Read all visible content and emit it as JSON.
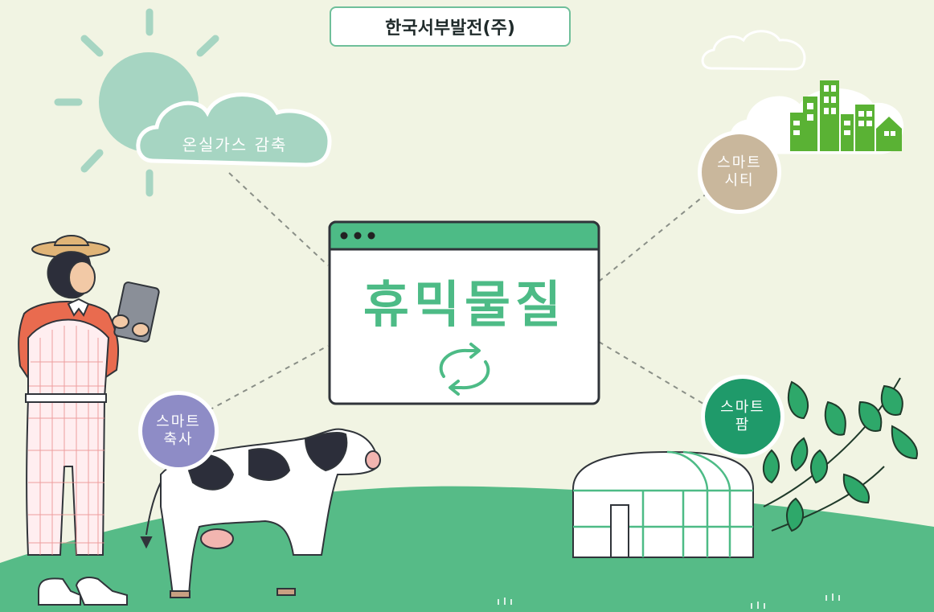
{
  "header": {
    "title": "한국서부발전(주)"
  },
  "cloud": {
    "label": "온실가스 감축"
  },
  "window": {
    "title": "휴믹물질"
  },
  "nodes": {
    "smart_city": {
      "line1": "스마트",
      "line2": "시티"
    },
    "smart_farm": {
      "line1": "스마트",
      "line2": "팜"
    },
    "smart_livestock": {
      "line1": "스마트",
      "line2": "축사"
    }
  },
  "colors": {
    "background": "#f1f4e3",
    "ground": "#56bb87",
    "accent_green": "#4dbb86",
    "sun_mint": "#a6d5c2",
    "city_green": "#5ab234",
    "smart_city": "#c9b79c",
    "smart_farm": "#1f9a6a",
    "smart_livestock": "#8e8cc6"
  },
  "icons": [
    "sun-icon",
    "cloud-icon",
    "recycle-icon",
    "city-icon",
    "greenhouse-icon",
    "cow-icon",
    "farmer-icon",
    "tablet-icon",
    "plant-icon"
  ]
}
